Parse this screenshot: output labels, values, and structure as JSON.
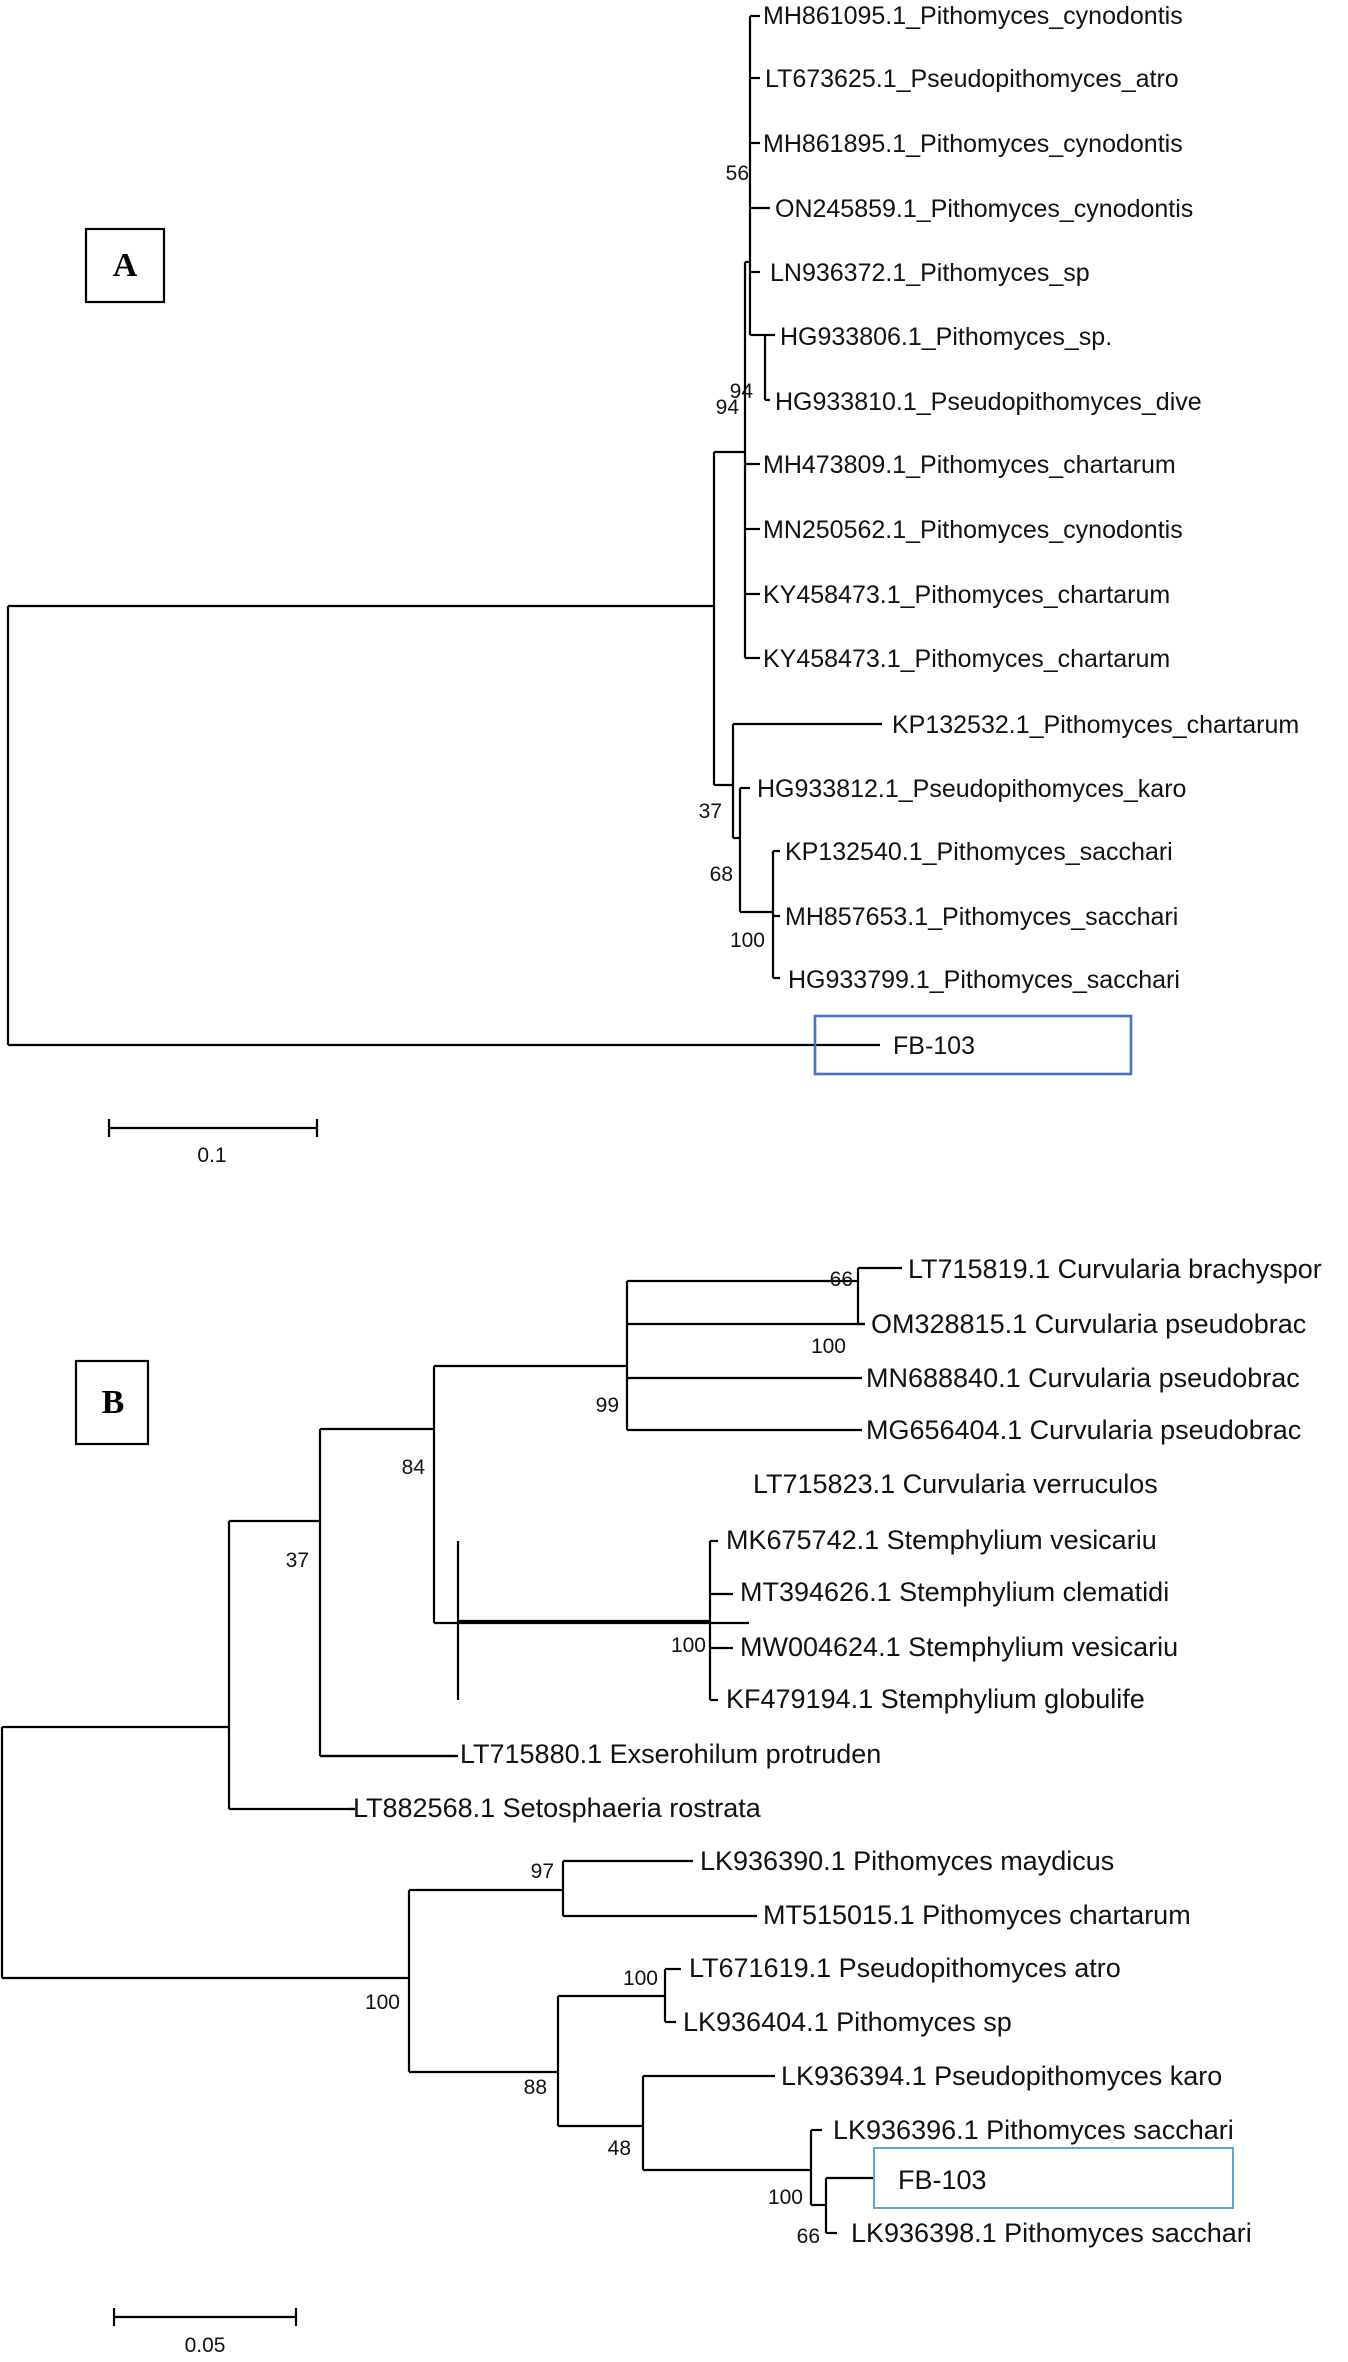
{
  "panel_a": {
    "letter": "A",
    "taxa": [
      "MH861095.1_Pithomyces_cynodontis",
      "LT673625.1_Pseudopithomyces_atro",
      "MH861895.1_Pithomyces_cynodontis",
      "ON245859.1_Pithomyces_cynodontis",
      "LN936372.1_Pithomyces_sp",
      "HG933806.1_Pithomyces_sp.",
      "HG933810.1_Pseudopithomyces_dive",
      "MH473809.1_Pithomyces_chartarum",
      "MN250562.1_Pithomyces_cynodontis",
      "KY458473.1_Pithomyces_chartarum",
      "KY458473.1_Pithomyces_chartarum",
      "KP132532.1_Pithomyces_chartarum",
      "HG933812.1_Pseudopithomyces_karo",
      "KP132540.1_Pithomyces_sacchari",
      "MH857653.1_Pithomyces_sacchari",
      "HG933799.1_Pithomyces_sacchari",
      "FB-103"
    ],
    "bootstrap": [
      "56",
      "94",
      "94",
      "37",
      "68",
      "100"
    ],
    "scale_label": "0.1",
    "highlight_color": "#4472c4"
  },
  "panel_b": {
    "letter": "B",
    "taxa": [
      "LT715819.1 Curvularia brachyspor",
      "OM328815.1 Curvularia pseudobrac",
      "MN688840.1 Curvularia pseudobrac",
      "MG656404.1 Curvularia pseudobrac",
      "LT715823.1 Curvularia verruculos",
      "MK675742.1 Stemphylium vesicariu",
      "MT394626.1 Stemphylium clematidi",
      "MW004624.1 Stemphylium vesicariu",
      "KF479194.1 Stemphylium globulife",
      "LT715880.1 Exserohilum protruden",
      "LT882568.1 Setosphaeria rostrata",
      "LK936390.1 Pithomyces maydicus",
      "MT515015.1 Pithomyces chartarum",
      "LT671619.1 Pseudopithomyces atro",
      "LK936404.1 Pithomyces sp",
      "LK936394.1 Pseudopithomyces karo",
      "LK936396.1 Pithomyces sacchari",
      "FB-103",
      "LK936398.1 Pithomyces sacchari"
    ],
    "bootstrap": [
      "66",
      "100",
      "99",
      "84",
      "37",
      "100",
      "97",
      "100",
      "100",
      "88",
      "48",
      "100",
      "66"
    ],
    "scale_label": "0.05",
    "highlight_color": "#5ba3d9"
  }
}
